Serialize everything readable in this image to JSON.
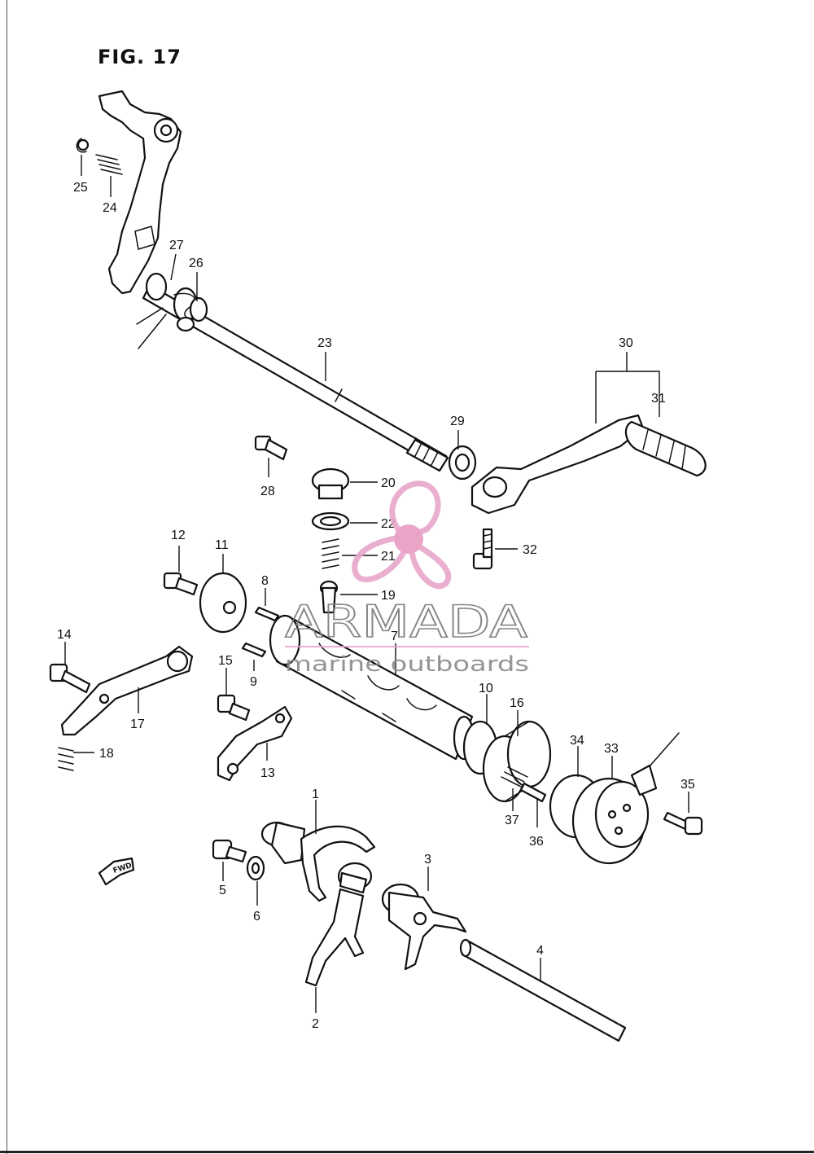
{
  "figure": {
    "title": "FIG. 17"
  },
  "direction_marker": {
    "label": "FWD"
  },
  "watermark": {
    "brand": "ARMADA",
    "tagline": "marine outboards",
    "logo_icon": "propeller-logo-icon",
    "logo_color": "#e8a6c9",
    "hub_color": "#e79bc2",
    "text_color": "#7a7a7a"
  },
  "callouts": {
    "n1": "1",
    "n2": "2",
    "n3": "3",
    "n4": "4",
    "n5": "5",
    "n6": "6",
    "n7": "7",
    "n8": "8",
    "n9": "9",
    "n10": "10",
    "n11": "11",
    "n12": "12",
    "n13": "13",
    "n14": "14",
    "n15": "15",
    "n16": "16",
    "n17": "17",
    "n18": "18",
    "n19": "19",
    "n20": "20",
    "n21": "21",
    "n22": "22",
    "n23": "23",
    "n24": "24",
    "n25": "25",
    "n26": "26",
    "n27": "27",
    "n28": "28",
    "n29": "29",
    "n30": "30",
    "n31": "31",
    "n32": "32",
    "n33": "33",
    "n34": "34",
    "n35": "35",
    "n36": "36",
    "n37": "37"
  }
}
